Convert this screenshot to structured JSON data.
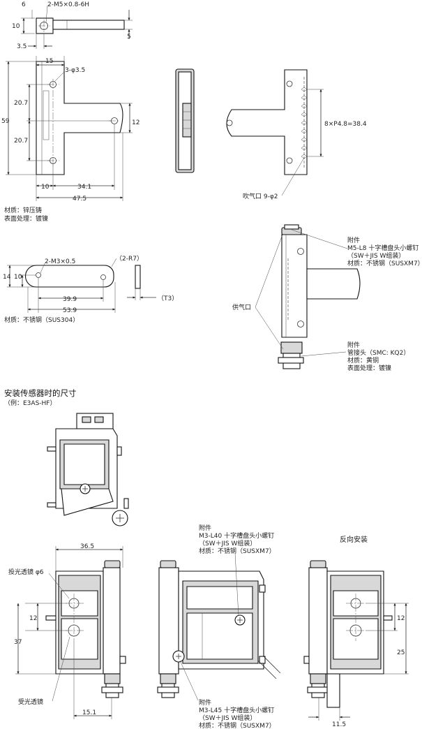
{
  "top_detail": {
    "thread": "2-M5×0.8-6H",
    "d6": "6",
    "d10": "10",
    "d5": "5",
    "d35": "3.5"
  },
  "bracket": {
    "hole": "3-φ3.5",
    "d15": "15",
    "d207a": "20.7",
    "d207b": "20.7",
    "d59": "59",
    "d12": "12",
    "d10": "10",
    "d341": "34.1",
    "d475": "47.5"
  },
  "manifold": {
    "pitch": "8×P4.8=38.4",
    "outlet": "吹气口 9-φ2"
  },
  "material1": {
    "mat": "材质：锌压铸",
    "surf": "表面处理：镀镍"
  },
  "plate": {
    "thread": "2-M3×0.5",
    "r": "（2-R7）",
    "d14": "14",
    "d10": "10",
    "d399": "39.9",
    "d539": "53.9",
    "t": "（T3）",
    "mat": "材质：不锈钢（SUS304）"
  },
  "side_assy": {
    "acc1": [
      "附件",
      "M5-L8 十字槽盘头小螺钉",
      "（SW＋JIS W组装）",
      "材质：不锈钢（SUSXM7）"
    ],
    "inlet": "供气口",
    "acc2": [
      "附件",
      "管接头（SMC: KQ2）",
      "材质：黄铜",
      "表面处理：镀镍"
    ]
  },
  "section": {
    "title": "安装传感器时的尺寸",
    "sub": "（例：E3AS-HF）"
  },
  "front": {
    "emit": "投光透镜 φ6",
    "recv": "受光透镜",
    "d365": "36.5",
    "d12": "12",
    "d37": "37",
    "d151": "15.1"
  },
  "mid": {
    "acc_top": [
      "附件",
      "M3-L40 十字槽盘头小螺钉",
      "（SW＋JIS W组装）",
      "材质：不锈钢（SUSXM7）"
    ],
    "acc_bot": [
      "附件",
      "M3-L45 十字槽盘头小螺钉",
      "（SW＋JIS W组装）",
      "材质：不锈钢（SUSXM7）"
    ]
  },
  "rev": {
    "title": "反向安装",
    "d12": "12",
    "d25": "25",
    "d115": "11.5"
  }
}
